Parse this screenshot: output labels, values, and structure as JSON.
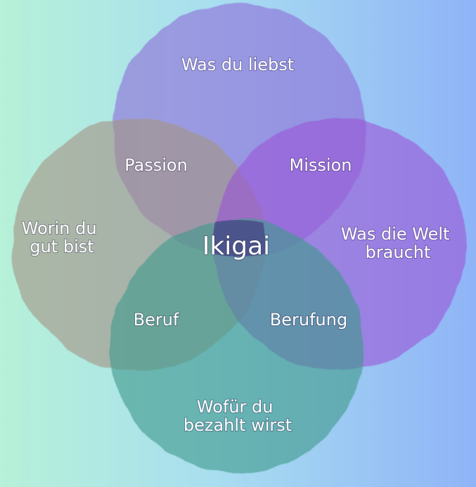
{
  "diagram": {
    "circles": [
      {
        "id": "love",
        "color": "#8e6fd8",
        "label_lines": [
          "Was du liebst"
        ]
      },
      {
        "id": "good",
        "color": "#a49484",
        "label_lines": [
          "Worin du",
          "gut bist"
        ]
      },
      {
        "id": "need",
        "color": "#9a55d6",
        "label_lines": [
          "Was die Welt",
          "braucht"
        ]
      },
      {
        "id": "paid",
        "color": "#3f9a8c",
        "label_lines": [
          "Wofür du",
          "bezahlt wirst"
        ]
      }
    ],
    "overlaps": {
      "passion": "Passion",
      "mission": "Mission",
      "beruf": "Beruf",
      "berufung": "Berufung"
    },
    "center": "Ikigai",
    "center_color": "#3a2c78"
  }
}
